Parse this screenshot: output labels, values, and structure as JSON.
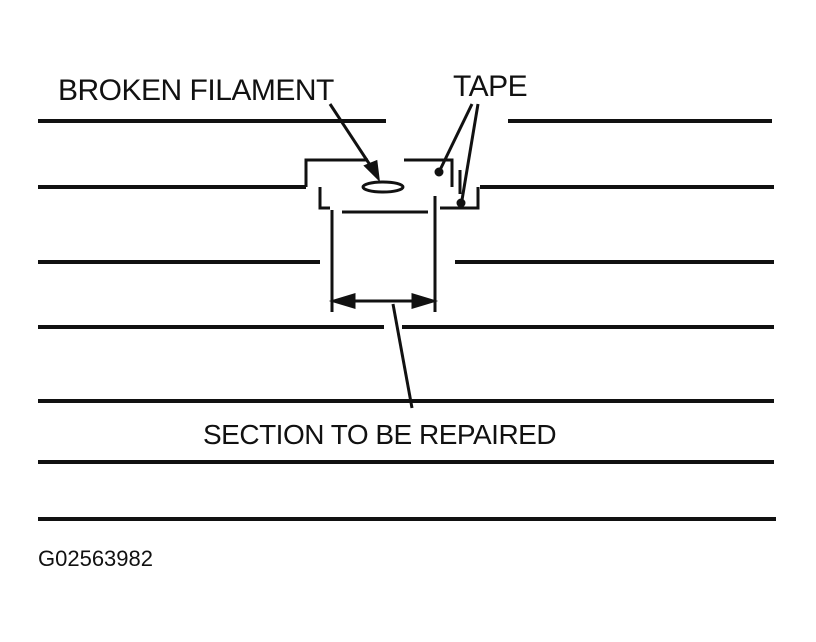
{
  "labels": {
    "broken_filament": "BROKEN FILAMENT",
    "tape": "TAPE",
    "section_to_be_repaired": "SECTION TO BE REPAIRED",
    "figure_code": "G02563982"
  },
  "colors": {
    "ink": "#111111",
    "background": "#ffffff"
  }
}
